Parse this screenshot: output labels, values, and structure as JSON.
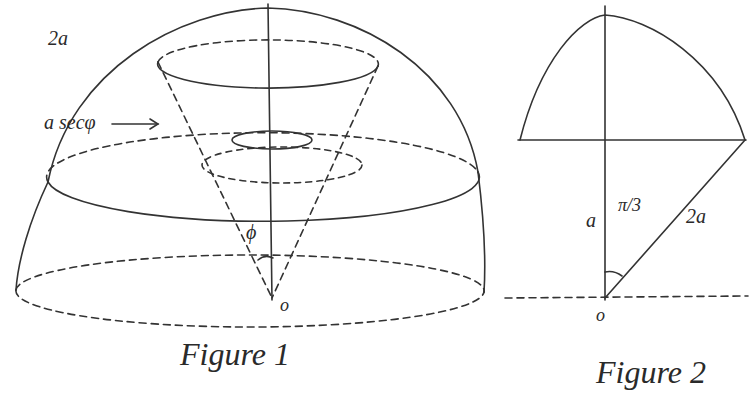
{
  "diagram": {
    "labels": [
      "2a",
      "a secφ",
      "ϕ",
      "o",
      "Figure 1",
      "a",
      "π/3",
      "2a",
      "o",
      "Figure 2"
    ]
  }
}
